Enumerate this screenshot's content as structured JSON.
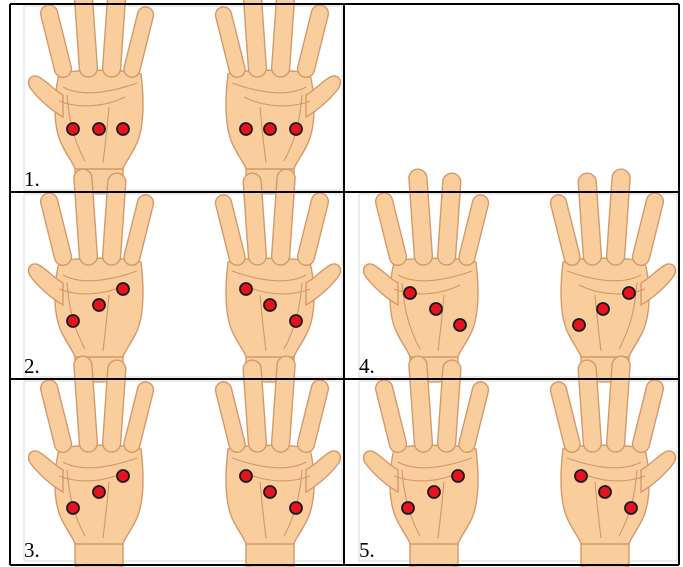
{
  "colors": {
    "skin_fill": "#F9CE9C",
    "skin_outline": "#D4996A",
    "crease": "#D49668",
    "dot_fill": "#E8121E",
    "dot_outline": "#1A1A1A",
    "grid_line": "#000000",
    "background": "#FFFFFF"
  },
  "icon": "open-hand-palm-icon",
  "cells": [
    {
      "id": "cell-1",
      "label": "1.",
      "has_hands": true,
      "pattern": "horizontal-row"
    },
    {
      "id": "cell-empty",
      "label": "",
      "has_hands": false,
      "pattern": ""
    },
    {
      "id": "cell-2",
      "label": "2.",
      "has_hands": true,
      "pattern": "diagonal-rising"
    },
    {
      "id": "cell-4",
      "label": "4.",
      "has_hands": true,
      "pattern": "diagonal-falling"
    },
    {
      "id": "cell-3",
      "label": "3.",
      "has_hands": true,
      "pattern": "diagonal-rising"
    },
    {
      "id": "cell-5",
      "label": "5.",
      "has_hands": true,
      "pattern": "diagonal-rising"
    }
  ]
}
